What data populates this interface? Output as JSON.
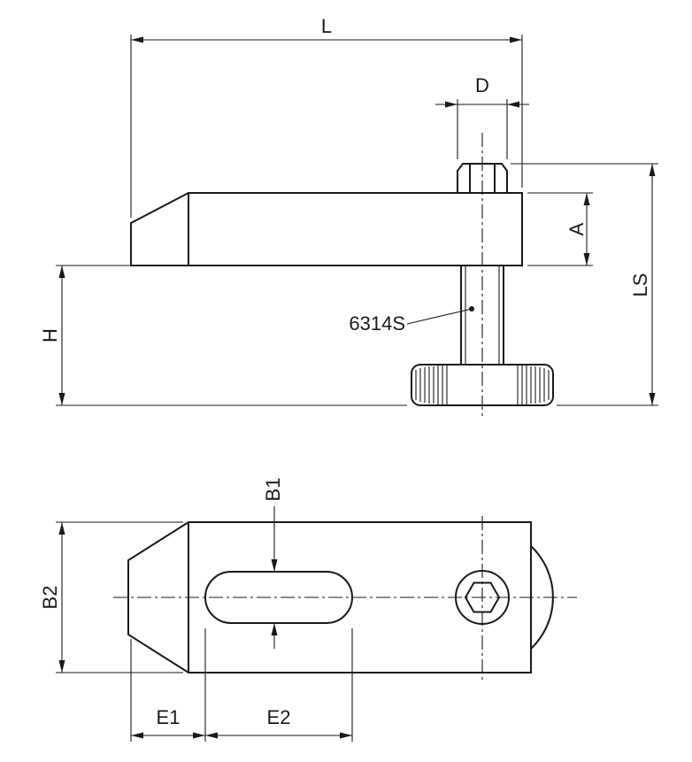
{
  "labels": {
    "L": "L",
    "D": "D",
    "A": "A",
    "LS": "LS",
    "H": "H",
    "B1": "B1",
    "B2": "B2",
    "E1": "E1",
    "E2": "E2",
    "part": "6314S"
  },
  "colors": {
    "line": "#1a1a1a",
    "background": "#ffffff"
  }
}
